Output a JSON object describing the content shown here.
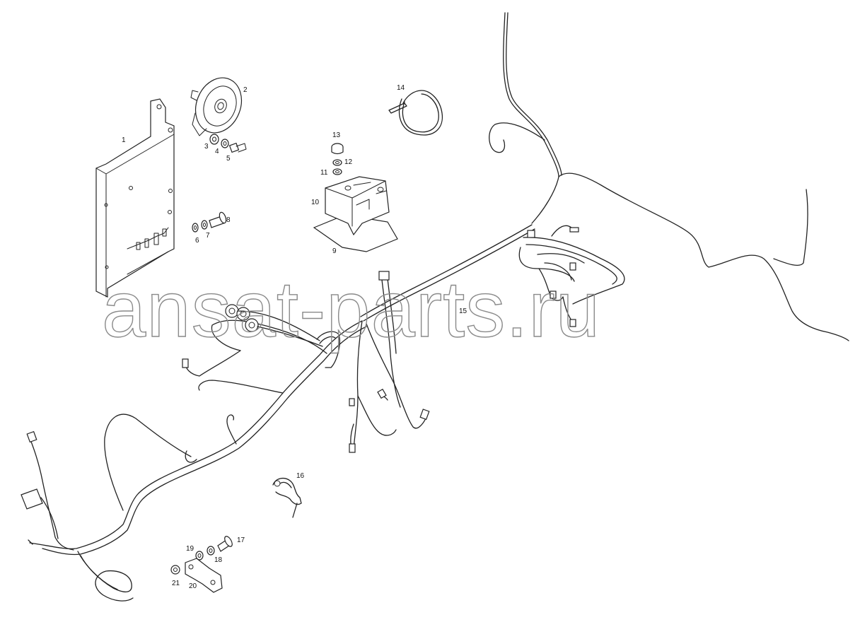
{
  "watermark": "ansat-parts.ru",
  "corner_mark": "",
  "callouts": [
    "1",
    "2",
    "3",
    "4",
    "5",
    "6",
    "7",
    "8",
    "9",
    "10",
    "11",
    "12",
    "13",
    "14",
    "15",
    "16",
    "17",
    "18",
    "19",
    "20",
    "21"
  ],
  "parts": [
    {
      "id": "1",
      "name": "mounting-bracket"
    },
    {
      "id": "2",
      "name": "horn"
    },
    {
      "id": "3",
      "name": "washer"
    },
    {
      "id": "4",
      "name": "washer"
    },
    {
      "id": "5",
      "name": "bolt"
    },
    {
      "id": "6",
      "name": "washer"
    },
    {
      "id": "7",
      "name": "washer"
    },
    {
      "id": "8",
      "name": "bolt"
    },
    {
      "id": "9",
      "name": "plate"
    },
    {
      "id": "10",
      "name": "relay-bracket"
    },
    {
      "id": "11",
      "name": "washer"
    },
    {
      "id": "12",
      "name": "washer"
    },
    {
      "id": "13",
      "name": "bolt"
    },
    {
      "id": "14",
      "name": "cable-tie"
    },
    {
      "id": "15",
      "name": "wiring-harness"
    },
    {
      "id": "16",
      "name": "clamp"
    },
    {
      "id": "17",
      "name": "bolt"
    },
    {
      "id": "18",
      "name": "washer"
    },
    {
      "id": "19",
      "name": "washer"
    },
    {
      "id": "20",
      "name": "bracket"
    },
    {
      "id": "21",
      "name": "nut"
    }
  ]
}
